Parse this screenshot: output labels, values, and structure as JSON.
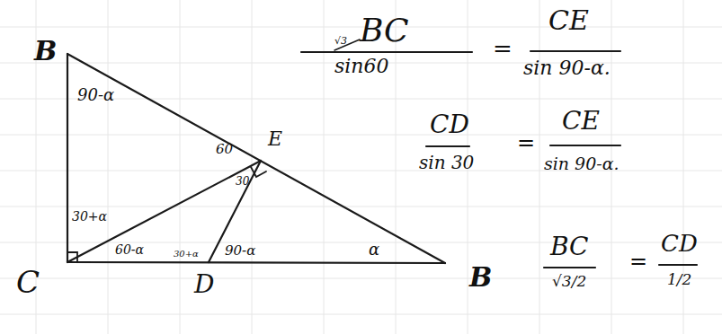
{
  "diagram": {
    "labels": [
      "B",
      "90-α",
      "60",
      "E",
      "30",
      "30+α",
      "60-α",
      "C",
      "D",
      "30+α",
      "90-α",
      "α",
      "BC",
      "√3",
      "sin60",
      "=",
      "CE",
      "sin 90-α.",
      "CD",
      "sin 30",
      "=",
      "CE",
      "sin 90-α.",
      "B",
      "BC",
      "√3/2",
      "=",
      "CD",
      "1/2"
    ]
  }
}
